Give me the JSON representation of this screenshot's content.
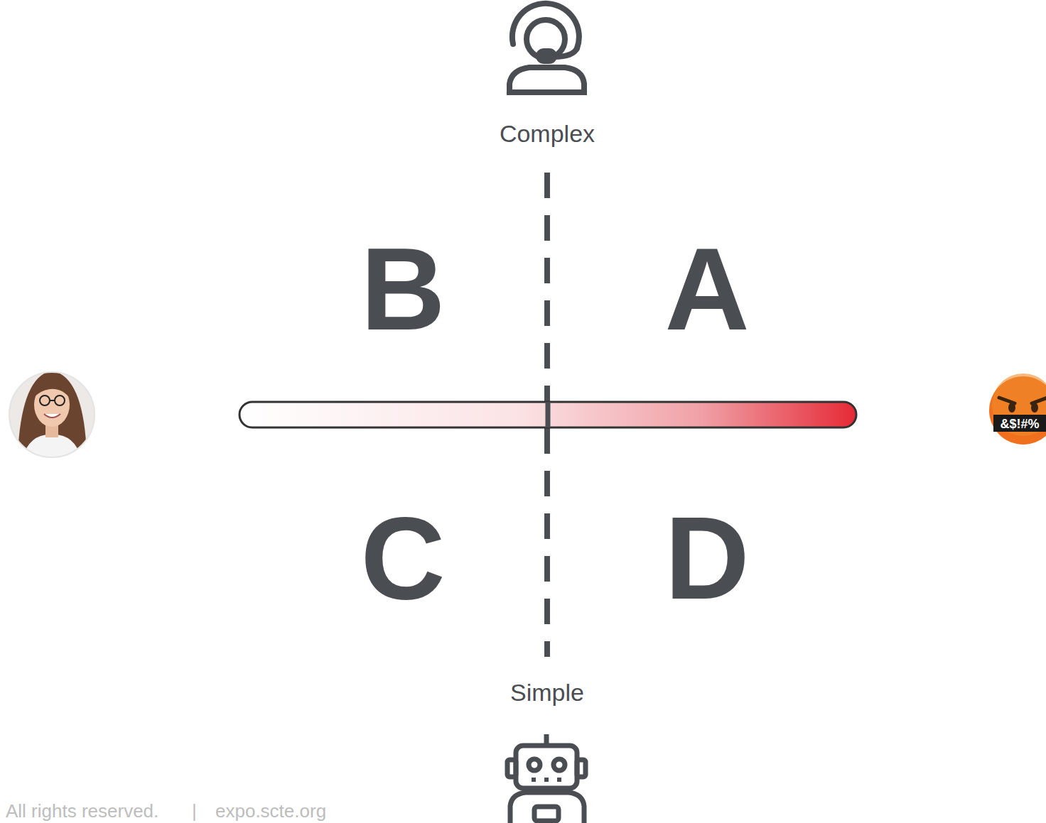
{
  "diagram": {
    "labels": [
      "Complex",
      "B",
      "A",
      "C",
      "D",
      "Simple",
      "&$!#%",
      "All rights reserved.",
      "|",
      "expo.scte.org"
    ]
  }
}
